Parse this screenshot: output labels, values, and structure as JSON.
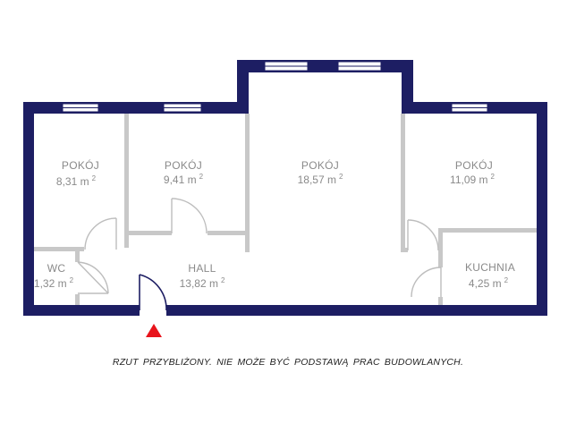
{
  "colors": {
    "wall": "#1d1e63",
    "partition": "#c8c8c8",
    "entrance": "#e8141c"
  },
  "rooms": [
    {
      "id": "pokoj-1",
      "name": "POKÓJ",
      "area": "8,31 m",
      "unit_exp": "2"
    },
    {
      "id": "pokoj-2",
      "name": "POKÓJ",
      "area": "9,41 m",
      "unit_exp": "2"
    },
    {
      "id": "pokoj-3",
      "name": "POKÓJ",
      "area": "18,57 m",
      "unit_exp": "2"
    },
    {
      "id": "pokoj-4",
      "name": "POKÓJ",
      "area": "11,09 m",
      "unit_exp": "2"
    },
    {
      "id": "wc",
      "name": "WC",
      "area": "1,32 m",
      "unit_exp": "2"
    },
    {
      "id": "hall",
      "name": "HALL",
      "area": "13,82 m",
      "unit_exp": "2"
    },
    {
      "id": "kuchnia",
      "name": "KUCHNIA",
      "area": "4,25 m",
      "unit_exp": "2"
    }
  ],
  "caption": "RZUT  PRZYBLIŻONY. NIE MOŻE BYĆ PODSTAWĄ PRAC BUDOWLANYCH."
}
